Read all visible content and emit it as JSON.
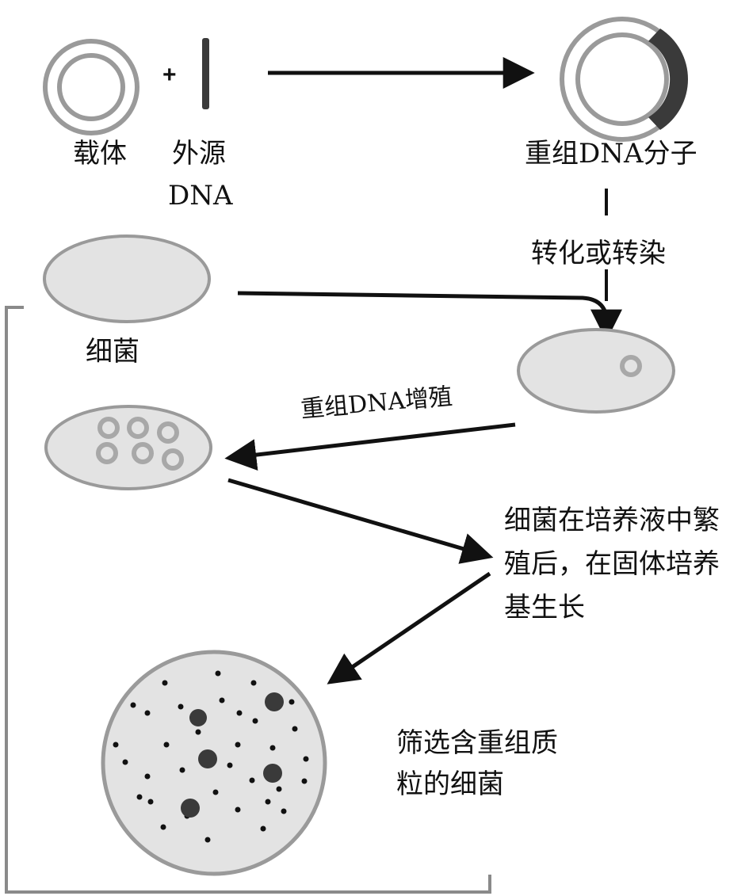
{
  "labels": {
    "vector": "载体",
    "foreign": "外源",
    "foreign_dna": "DNA",
    "plus": "+",
    "recombinant": "重组DNA分子",
    "transform": "转化或转染",
    "bacteria": "细菌",
    "amplify": "重组DNA增殖",
    "culture": "细菌在培养液中繁殖后，在固体培养基生长",
    "screen": "筛选含重组质粒的细菌"
  },
  "colors": {
    "ink": "#111111",
    "cell_fill": "#e3e3e3",
    "cell_stroke": "#9a9a9a",
    "insert": "#3a3a3a",
    "plasmid": "#a8a8a8",
    "bracket": "#8a8a8a"
  }
}
